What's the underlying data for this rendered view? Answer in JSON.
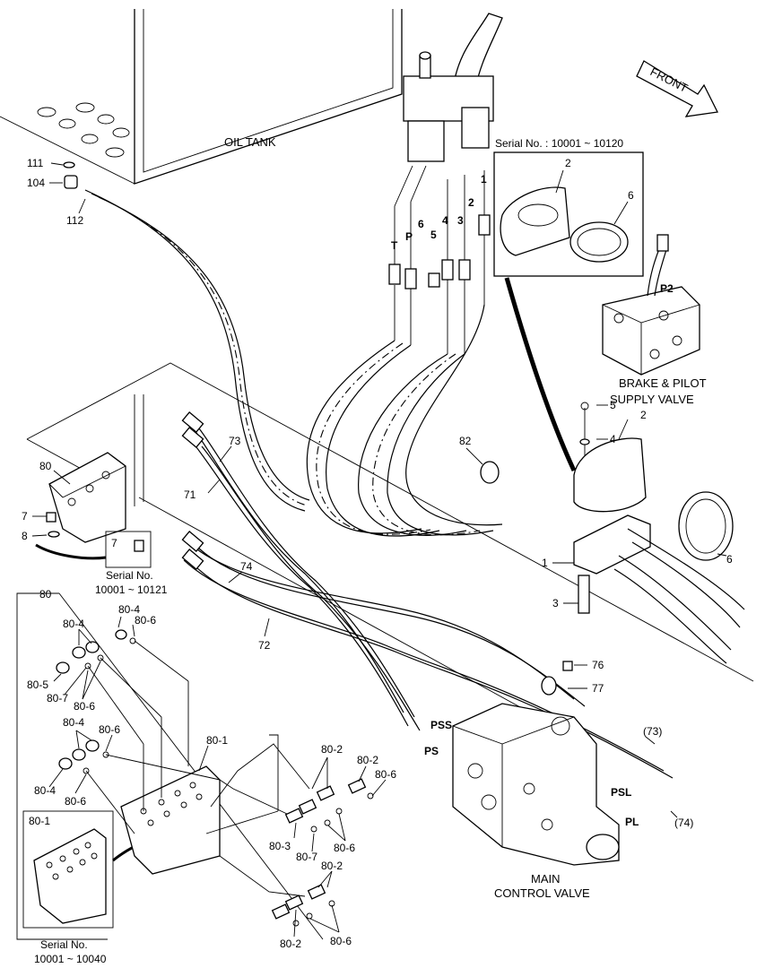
{
  "labels": {
    "oil_tank": "OIL TANK",
    "front": "FRONT",
    "serial_top": "Serial No. : 10001 ~ 10120",
    "brake_valve_1": "BRAKE & PILOT",
    "brake_valve_2": "SUPPLY VALVE",
    "mcv_1": "MAIN",
    "mcv_2": "CONTROL VALVE",
    "serial_mid_1": "Serial No.",
    "serial_mid_2": "10001 ~ 10121",
    "serial_bot_1": "Serial No.",
    "serial_bot_2": "10001 ~ 10040"
  },
  "ports": {
    "T": "T",
    "P": "P",
    "p6": "6",
    "p5": "5",
    "p4": "4",
    "p3": "3",
    "p2": "2",
    "p1": "1",
    "P2": "P2",
    "PSS": "PSS",
    "PS": "PS",
    "PSL": "PSL",
    "PL": "PL"
  },
  "parts": {
    "p111": "111",
    "p104": "104",
    "p112": "112",
    "p80": "80",
    "p7": "7",
    "p8": "8",
    "p7b": "7",
    "p73": "73",
    "p71": "71",
    "p74": "74",
    "p72": "72",
    "p82": "82",
    "p5": "5",
    "p2": "2",
    "p4": "4",
    "p6": "6",
    "p1": "1",
    "p3": "3",
    "p2t": "2",
    "p6t": "6",
    "p76": "76",
    "p77": "77",
    "p73c": "(73)",
    "p74c": "(74)",
    "p80box": "80",
    "p80_4a": "80-4",
    "p80_6a": "80-6",
    "p80_4b": "80-4",
    "p80_5": "80-5",
    "p80_7a": "80-7",
    "p80_6b": "80-6",
    "p80_4c": "80-4",
    "p80_6c": "80-6",
    "p80_4d": "80-4",
    "p80_6d": "80-6",
    "p80_1a": "80-1",
    "p80_2a": "80-2",
    "p80_2b": "80-2",
    "p80_6e": "80-6",
    "p80_3": "80-3",
    "p80_7b": "80-7",
    "p80_6f": "80-6",
    "p80_2c": "80-2",
    "p80_2d": "80-2",
    "p80_6g": "80-6",
    "p80_1b": "80-1"
  }
}
